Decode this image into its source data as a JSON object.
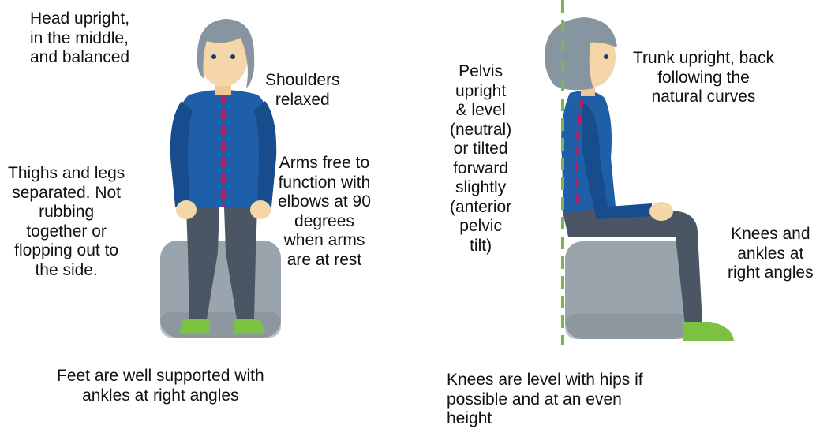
{
  "front_view": {
    "head_label": "Head  upright,\nin the middle,\nand balanced",
    "shoulders_label": "Shoulders\nrelaxed",
    "thighs_label": "Thighs and legs\nseparated. Not\nrubbing\ntogether or\nflopping out to\nthe side.",
    "arms_label": "Arms free to\nfunction with\nelbows at 90\ndegrees\nwhen arms\nare at rest",
    "feet_caption": "Feet are well supported with\nankles at right angles"
  },
  "side_view": {
    "pelvis_label": "Pelvis\nupright\n& level\n(neutral)\nor tilted\nforward\nslightly\n(anterior\npelvic\ntilt)",
    "trunk_label": "Trunk upright, back\nfollowing the\nnatural curves",
    "knees_label": "Knees and\nankles at\nright angles",
    "knees_caption": "Knees are level with hips if\npossible and at an even\nheight"
  },
  "colors": {
    "hair": "#8795a1",
    "skin": "#f5d6a8",
    "shirt": "#1e5fa8",
    "shirt_dark": "#174d8c",
    "pants": "#4a5663",
    "seat": "#9aa4ad",
    "shoe": "#7cc142",
    "guide_dashes": "#c2185b",
    "plumb_line": "#7ab648"
  }
}
